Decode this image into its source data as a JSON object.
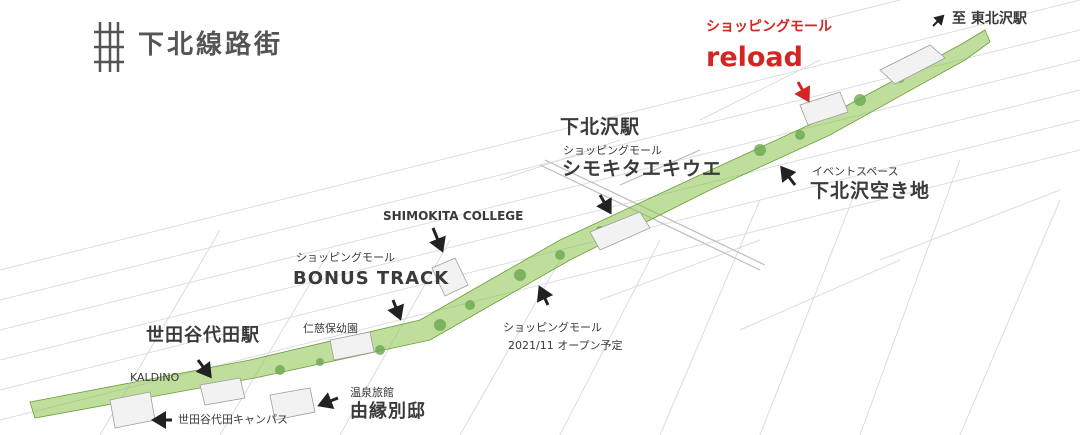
{
  "logo": {
    "text": "下北線路街",
    "icon": "railway-track-icon"
  },
  "labels": {
    "reload_sub": "ショッピングモール",
    "reload_name": "reload",
    "higashi": "至 東北沢駅",
    "shimokita_station": "下北沢駅",
    "ekiue_sub": "ショッピングモール",
    "ekiue_name": "シモキタエキウエ",
    "event_sub": "イベントスペース",
    "event_name": "下北沢空き地",
    "college": "SHIMOKITA COLLEGE",
    "bonus_sub": "ショッピングモール",
    "bonus_name": "BONUS TRACK",
    "jiji": "仁慈保幼園",
    "mall_open_sub": "ショッピングモール",
    "mall_open_date": "2021/11 オープン予定",
    "setagaya_station": "世田谷代田駅",
    "kaldino": "KALDINO",
    "onsen_sub": "温泉旅館",
    "onsen_name": "由縁別邸",
    "campus": "世田谷代田キャンパス"
  },
  "colors": {
    "accent": "#d42424",
    "green": "#7cb342",
    "text": "#3a3a3a",
    "streets": "#d6d6d6"
  }
}
